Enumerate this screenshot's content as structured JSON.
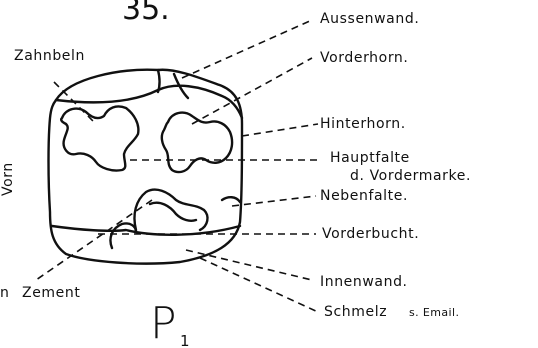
{
  "figure": {
    "number": "35.",
    "tooth_label": "P",
    "tooth_subscript": "1",
    "edge_text": "n"
  },
  "orientation": {
    "label": "Vorn"
  },
  "labels": {
    "aussenwand": "Aussenwand.",
    "vorderhorn": "Vorderhorn.",
    "zahnbein": "Zahnbeln",
    "hinterhorn": "Hinterhorn.",
    "hauptfalte": "Hauptfalte",
    "vordermarke": "d. Vordermarke.",
    "nebenfalte": "Nebenfalte.",
    "vorderbucht": "Vorderbucht.",
    "innenwand": "Innenwand.",
    "zement": "Zement",
    "schmelz": "Schmelz",
    "schmelz_small": "s. Email."
  },
  "colors": {
    "ink": "#111111",
    "paper": "#ffffff"
  }
}
